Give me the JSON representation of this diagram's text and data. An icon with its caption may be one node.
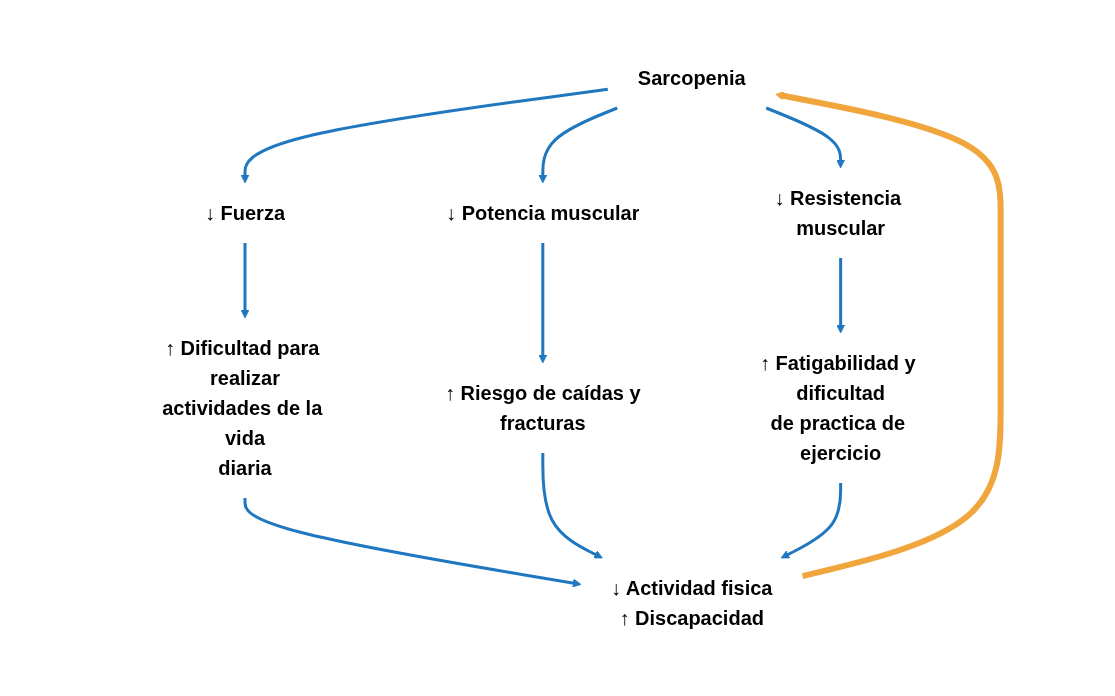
{
  "diagram": {
    "nodes": [
      {
        "text": [
          "Sarcopenia"
        ]
      },
      {
        "text": [
          "↓ Fuerza"
        ]
      },
      {
        "text": [
          "↓ Potencia muscular"
        ]
      },
      {
        "text": [
          "↓ Resistencia muscular"
        ]
      },
      {
        "text": [
          "↑ Dificultad para realizar actividades de la vida diaria"
        ]
      },
      {
        "text": [
          "↑ Riesgo de caídas y fracturas"
        ]
      },
      {
        "text": [
          "↑ Fatigabilidad y dificultad de practica de ejercicio"
        ]
      },
      {
        "text": [
          "↓ Actividad fisica",
          "↑ Discapacidad"
        ]
      }
    ],
    "edges": [
      {
        "from": 0,
        "to": 1,
        "arrow": "to"
      },
      {
        "from": 0,
        "to": 2,
        "arrow": "to"
      },
      {
        "from": 0,
        "to": 3,
        "arrow": "to"
      },
      {
        "from": 1,
        "to": 4,
        "arrow": "to"
      },
      {
        "from": 2,
        "to": 5,
        "arrow": "to"
      },
      {
        "from": 3,
        "to": 6,
        "arrow": "to"
      },
      {
        "from": 4,
        "to": 7,
        "arrow": "to"
      },
      {
        "from": 5,
        "to": 7,
        "arrow": "to"
      },
      {
        "from": 6,
        "to": 7,
        "arrow": "to"
      },
      {
        "from": 7,
        "to": 0,
        "arrow": "to",
        "style": "thick",
        "color": "#f0a63c"
      }
    ]
  }
}
